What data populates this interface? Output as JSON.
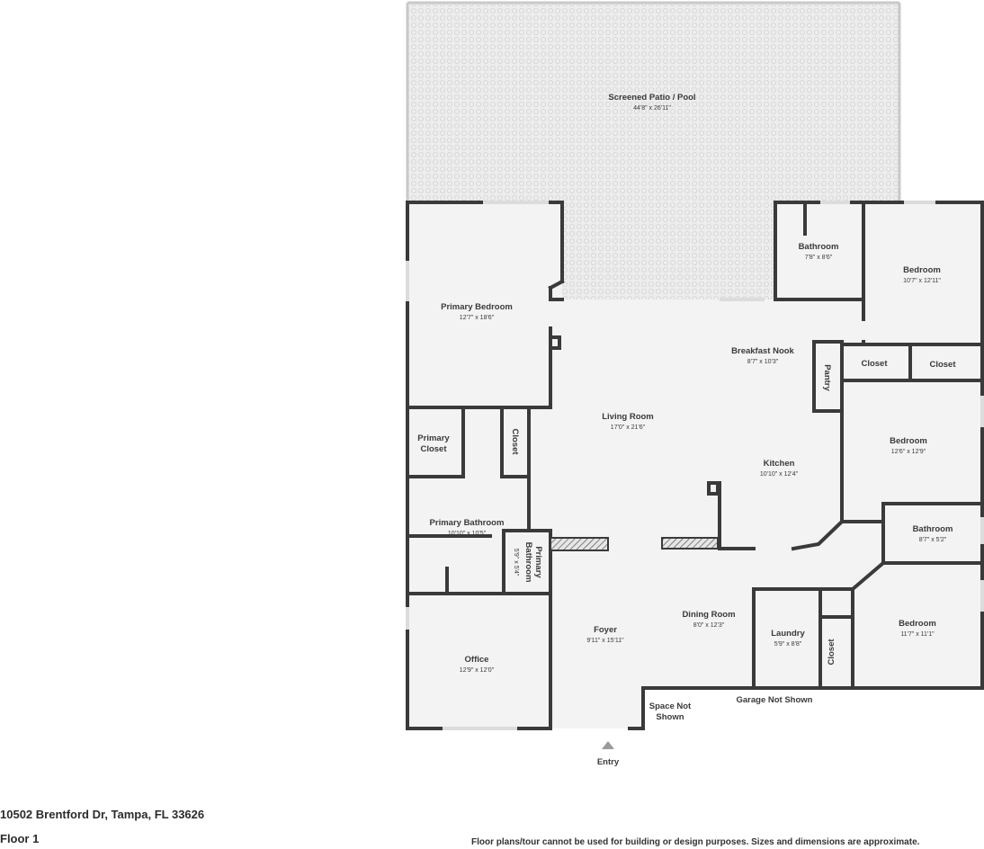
{
  "rooms": {
    "patio": {
      "name": "Screened Patio / Pool",
      "dim": "44'8\" x 26'11\""
    },
    "primary_bed": {
      "name": "Primary Bedroom",
      "dim": "12'7\" x 18'6\""
    },
    "bath_top": {
      "name": "Bathroom",
      "dim": "7'8\" x 8'6\""
    },
    "bed_top_right": {
      "name": "Bedroom",
      "dim": "10'7\" x 12'11\""
    },
    "breakfast": {
      "name": "Breakfast Nook",
      "dim": "8'7\" x 10'3\""
    },
    "closet_a": {
      "name": "Closet"
    },
    "closet_b": {
      "name": "Closet"
    },
    "pantry": {
      "name": "Pantry"
    },
    "living": {
      "name": "Living Room",
      "dim": "17'0\" x 21'6\""
    },
    "primary_closet": {
      "name1": "Primary",
      "name2": "Closet"
    },
    "closet_v": {
      "name": "Closet"
    },
    "bed_mid": {
      "name": "Bedroom",
      "dim": "12'6\" x 12'9\""
    },
    "kitchen": {
      "name": "Kitchen",
      "dim": "10'10\" x 12'4\""
    },
    "primary_bath": {
      "name": "Primary Bathroom",
      "dim": "10'10\" x 10'5\""
    },
    "primary_bath_sm": {
      "name1": "Primary",
      "name2": "Bathroom",
      "dim": "5'9\" x 5'4\""
    },
    "bath_mid": {
      "name": "Bathroom",
      "dim": "8'7\" x 5'2\""
    },
    "office": {
      "name": "Office",
      "dim": "12'9\" x 12'0\""
    },
    "foyer": {
      "name": "Foyer",
      "dim": "9'11\" x 15'11\""
    },
    "dining": {
      "name": "Dining Room",
      "dim": "8'0\" x 12'3\""
    },
    "laundry": {
      "name": "Laundry",
      "dim": "5'9\" x 8'8\""
    },
    "closet_low": {
      "name": "Closet"
    },
    "bed_low": {
      "name": "Bedroom",
      "dim": "11'7\" x 11'1\""
    }
  },
  "notes": {
    "space_not_shown_1": "Space Not",
    "space_not_shown_2": "Shown",
    "garage_not_shown": "Garage Not Shown",
    "entry": "Entry"
  },
  "footer": {
    "address": "10502 Brentford Dr, Tampa, FL 33626",
    "floor": "Floor 1",
    "disclaimer": "Floor plans/tour cannot be used for building or design purposes. Sizes and dimensions are approximate."
  },
  "colors": {
    "wall": "#3a3a3a",
    "floor": "#f3f3f3",
    "patio": "#ececec",
    "window": "#dcdcdc"
  }
}
